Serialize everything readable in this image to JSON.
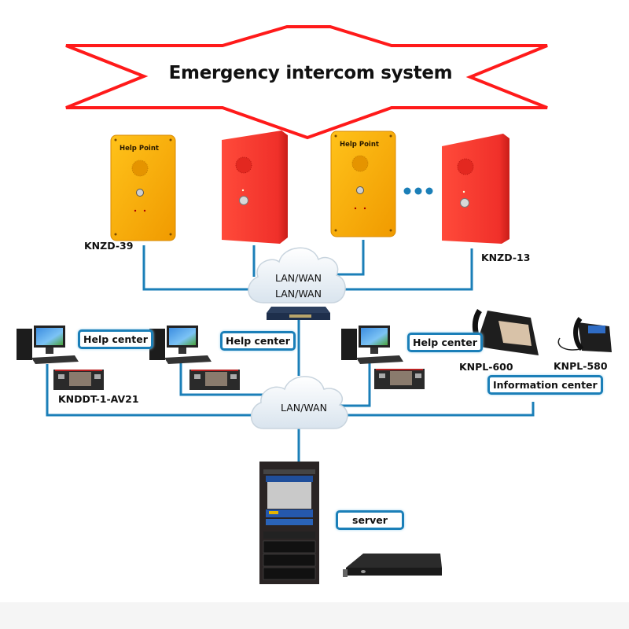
{
  "title": "Emergency intercom system",
  "colors": {
    "star_outline": "#ff1a1a",
    "cable": "#1b7fb8",
    "yellow_panel": "#f5a800",
    "red_panel": "#f0332b",
    "footer_band": "#f5f5f5"
  },
  "intercoms": [
    {
      "model": "KNZD-39",
      "type": "yellow",
      "face_text": "Help Point"
    },
    {
      "model": "",
      "type": "red",
      "face_text": ""
    },
    {
      "model": "",
      "type": "yellow",
      "face_text": "Help Point"
    },
    {
      "model": "KNZD-13",
      "type": "red",
      "face_text": ""
    }
  ],
  "ellipsis_icon": "more-devices-dots",
  "upper_cloud": {
    "lines": [
      "LAN/WAN",
      "LAN/WAN"
    ]
  },
  "switch_icon": "network-switch-icon",
  "help_centers": [
    {
      "label": "Help center",
      "console_model": "KNDDT-1-AV21"
    },
    {
      "label": "Help center",
      "console_model": ""
    },
    {
      "label": "Help center",
      "console_model": ""
    }
  ],
  "phones": [
    {
      "model": "KNPL-600"
    },
    {
      "model": "KNPL-580"
    }
  ],
  "information_center": {
    "label": "Information center"
  },
  "lower_cloud": {
    "label": "LAN/WAN"
  },
  "server": {
    "label": "server"
  }
}
